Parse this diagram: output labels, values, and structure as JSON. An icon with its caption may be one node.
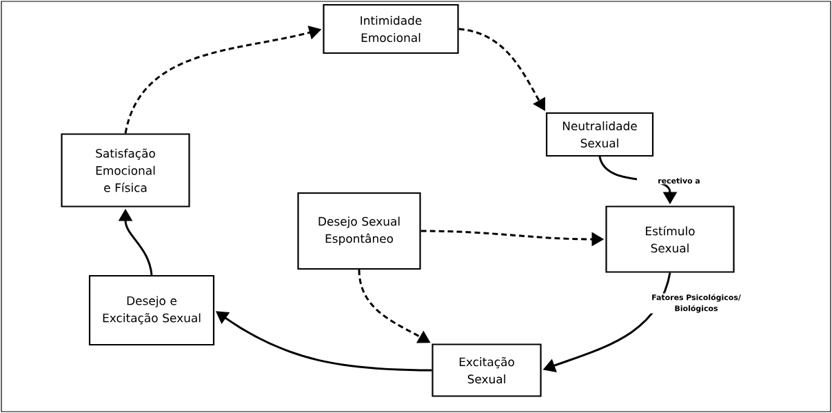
{
  "diagram": {
    "nodes": [
      {
        "text": [
          "Intimidade Emocional"
        ]
      },
      {
        "text": [
          "Neutralidade Sexual"
        ]
      },
      {
        "text": [
          "Estímulo Sexual"
        ]
      },
      {
        "text": [
          "Excitação Sexual"
        ]
      },
      {
        "text": [
          "Desejo e Excitação Sexual"
        ]
      },
      {
        "text": [
          "Satisfação Emocional e Física"
        ]
      },
      {
        "text": [
          "Desejo Sexual Espontâneo"
        ]
      }
    ],
    "edges": [
      {
        "from": 5,
        "to": 0,
        "arrow": "to",
        "style": "dashed"
      },
      {
        "from": 0,
        "to": 1,
        "arrow": "to",
        "style": "dashed"
      },
      {
        "from": 1,
        "to": 2,
        "arrow": "to",
        "label": "recetivo a"
      },
      {
        "from": 2,
        "to": 3,
        "arrow": "to",
        "label": "Fatores Psicológicos/ Biológicos"
      },
      {
        "from": 3,
        "to": 4,
        "arrow": "to"
      },
      {
        "from": 4,
        "to": 5,
        "arrow": "to"
      },
      {
        "from": 6,
        "to": 2,
        "arrow": "to",
        "style": "dashed"
      },
      {
        "from": 6,
        "to": 3,
        "arrow": "to",
        "style": "dashed"
      }
    ]
  }
}
